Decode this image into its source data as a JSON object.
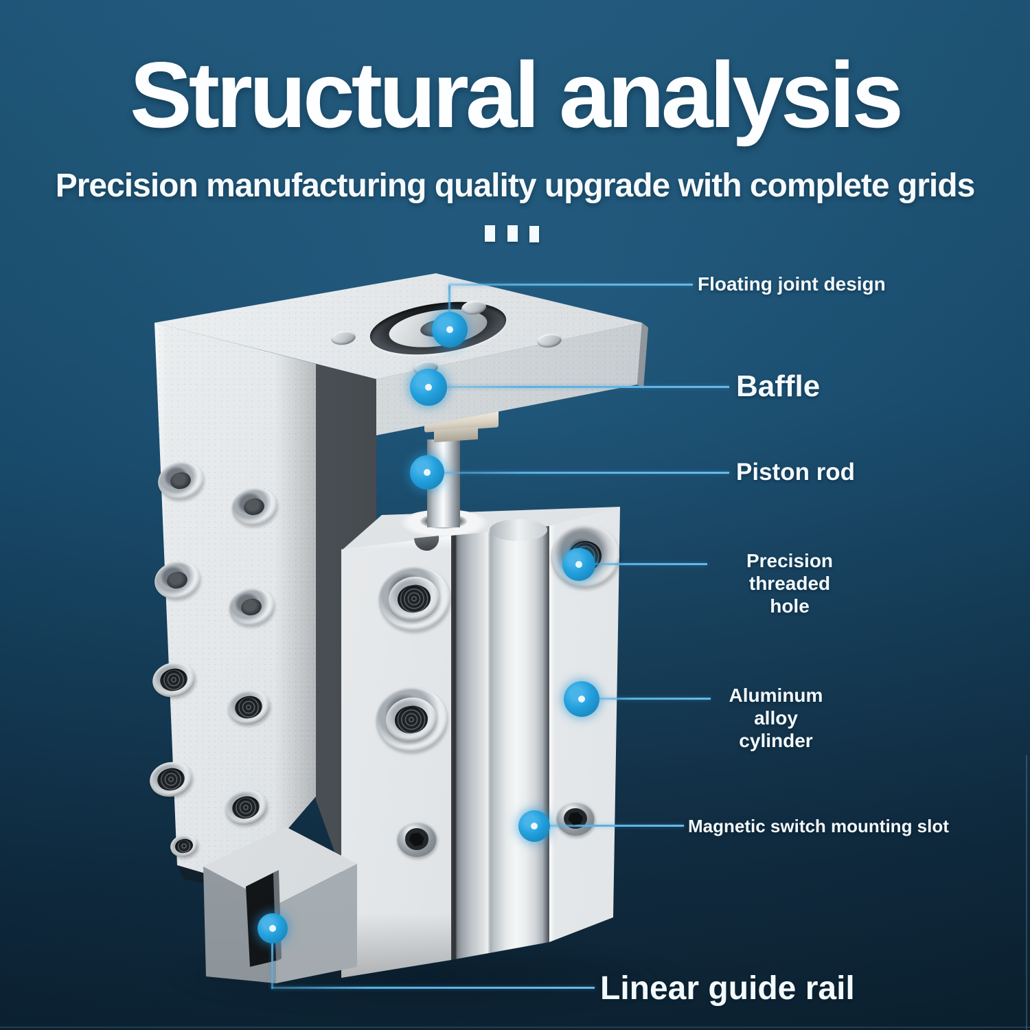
{
  "header": {
    "title": "Structural analysis",
    "subtitle": "Precision manufacturing quality upgrade with complete grids"
  },
  "colors": {
    "accent_dot": "#1e96d9",
    "callout_line": "#5ab0e0",
    "background_top": "#1e5b80",
    "background_bottom": "#0d2940",
    "metal_light": "#e7eaec",
    "text": "#f4f9fc"
  },
  "callouts": [
    {
      "id": "floating-joint-design",
      "label": "Floating joint design"
    },
    {
      "id": "baffle",
      "label": "Baffle"
    },
    {
      "id": "piston-rod",
      "label": "Piston rod"
    },
    {
      "id": "precision-threaded-hole",
      "label": "Precision threaded\nhole"
    },
    {
      "id": "aluminum-alloy-cylinder",
      "label": "Aluminum alloy\ncylinder"
    },
    {
      "id": "magnetic-switch-mounting-slot",
      "label": "Magnetic switch mounting slot"
    },
    {
      "id": "linear-guide-rail",
      "label": "Linear guide rail"
    }
  ]
}
